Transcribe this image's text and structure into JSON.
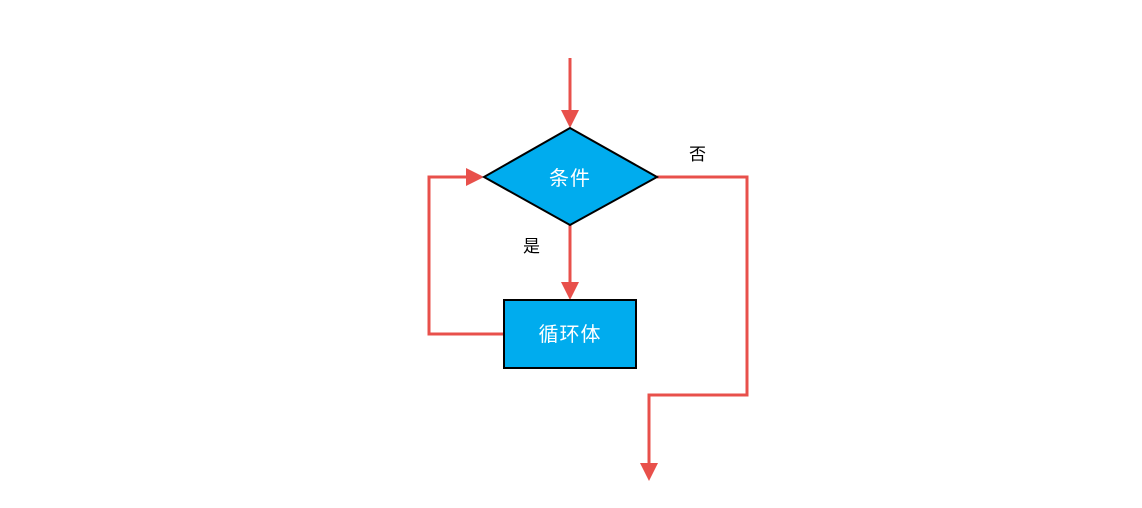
{
  "colors": {
    "node_fill": "#00ACEE",
    "node_stroke": "#000000",
    "edge": "#E8504B",
    "label_text": "#000000",
    "node_text": "#FFFFFF"
  },
  "nodes": {
    "condition": {
      "label": "条件",
      "shape": "diamond"
    },
    "loop_body": {
      "label": "循环体",
      "shape": "rectangle"
    }
  },
  "edges": {
    "entry": {
      "from": "start",
      "to": "condition",
      "label": ""
    },
    "yes_branch": {
      "from": "condition",
      "to": "loop_body",
      "label": "是"
    },
    "loop_back": {
      "from": "loop_body",
      "to": "condition",
      "label": ""
    },
    "no_branch": {
      "from": "condition",
      "to": "exit",
      "label": "否"
    }
  }
}
